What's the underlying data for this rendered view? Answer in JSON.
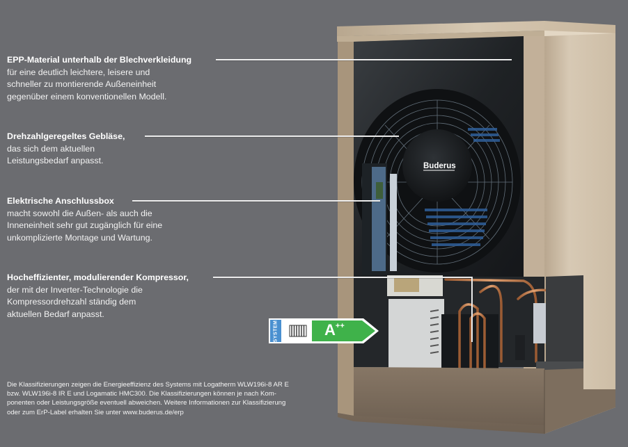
{
  "colors": {
    "background": "#6b6c70",
    "frame_beige": "#c9b9a2",
    "frame_side": "#b7a48b",
    "base_brown": "#7d6e5e",
    "panel_black": "#1e2124",
    "energy_green": "#3fb24a",
    "system_blue": "#4a90d0"
  },
  "brand": {
    "logo_text": "Buderus"
  },
  "callouts": [
    {
      "title": "EPP-Material unterhalb der Blechverkleidung",
      "body": "für eine deutlich leichtere, leisere und\nschneller zu montierende Außeneinheit\ngegenüber einem konventionellen Modell."
    },
    {
      "title": "Drehzahlgeregeltes Gebläse,",
      "body": "das sich dem aktuellen\nLeistungsbedarf anpasst."
    },
    {
      "title": "Elektrische Anschlussbox",
      "body": "macht sowohl die Außen- als auch die\nInneneinheit sehr gut zugänglich für eine\nunkomplizierte Montage und Wartung."
    },
    {
      "title": "Hocheffizienter, modulierender Kompressor,",
      "body": "der mit der Inverter-Technologie die\nKompressordrehzahl ständig dem\naktuellen Bedarf anpasst."
    }
  ],
  "energy_label": {
    "system_text": "SYSTEM",
    "rating": "A",
    "rating_suffix": "++",
    "icon": "radiator-icon"
  },
  "footnote": "Die Klassifizierungen zeigen die Energieeffizienz des Systems mit Logatherm WLW196i-8 AR E\nbzw. WLW196i-8 IR E und Logamatic HMC300. Die Klassifizierungen können je nach Kom-\nponenten oder Leistungsgröße eventuell abweichen. Weitere Informationen zur Klassifizierung\noder zum ErP-Label erhalten Sie unter www.buderus.de/erp"
}
